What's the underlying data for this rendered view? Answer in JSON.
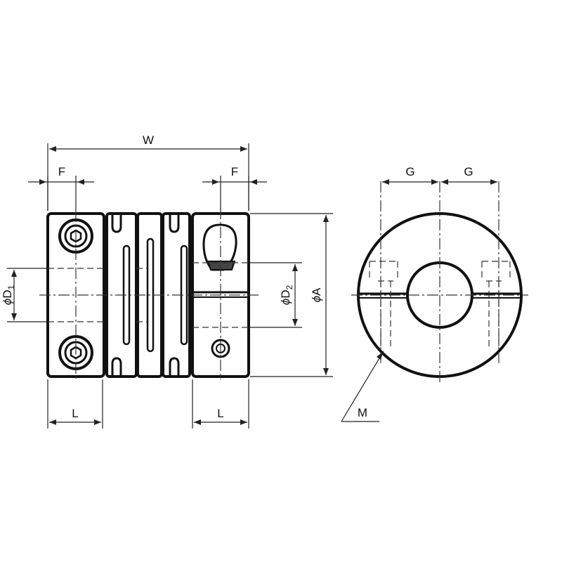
{
  "labels": {
    "W": "W",
    "F_left": "F",
    "F_right": "F",
    "G_left": "G",
    "G_right": "G",
    "D1_phi": "ϕ",
    "D1_main": "D",
    "D1_sub": "1",
    "D2_phi": "ϕ",
    "D2_main": "D",
    "D2_sub": "2",
    "A_phi": "ϕ",
    "A_main": "A",
    "L_left": "L",
    "L_right": "L",
    "M": "M"
  }
}
